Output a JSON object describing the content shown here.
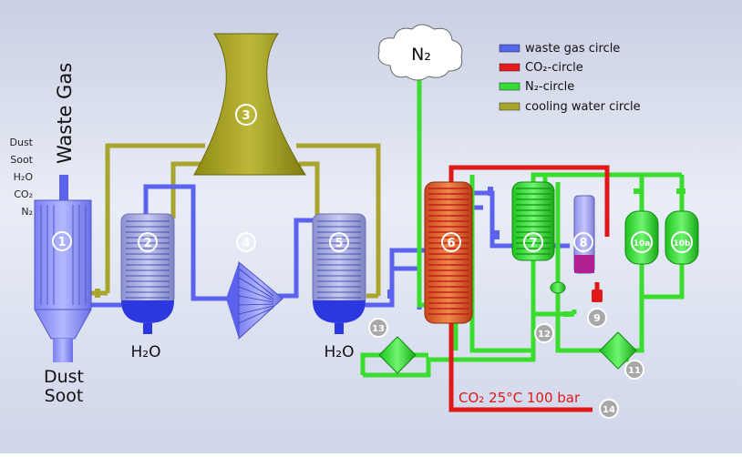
{
  "labels": {
    "waste_gas": "Waste Gas",
    "inputs": [
      "Dust",
      "Soot",
      "H₂O",
      "CO₂",
      "N₂"
    ],
    "dust": "Dust",
    "soot": "Soot",
    "h2o_left": "H₂O",
    "h2o_right": "H₂O",
    "n2_cloud": "N₂",
    "co2_output": "CO₂ 25°C 100 bar"
  },
  "units": [
    "1",
    "2",
    "3",
    "4",
    "5",
    "6",
    "7",
    "8",
    "9",
    "10a",
    "10b",
    "11",
    "12",
    "13",
    "14"
  ],
  "legend": [
    {
      "label": "waste gas circle",
      "color": "#5566ee"
    },
    {
      "label": "CO₂-circle",
      "color": "#e81a1a"
    },
    {
      "label": "N₂-circle",
      "color": "#33dd33"
    },
    {
      "label": "cooling water circle",
      "color": "#aaa628"
    }
  ],
  "colors": {
    "waste_gas": "#5b63ee",
    "co2": "#e01818",
    "n2": "#3add2e",
    "cooling": "#a9a42b",
    "tower": "#a7a21d"
  }
}
